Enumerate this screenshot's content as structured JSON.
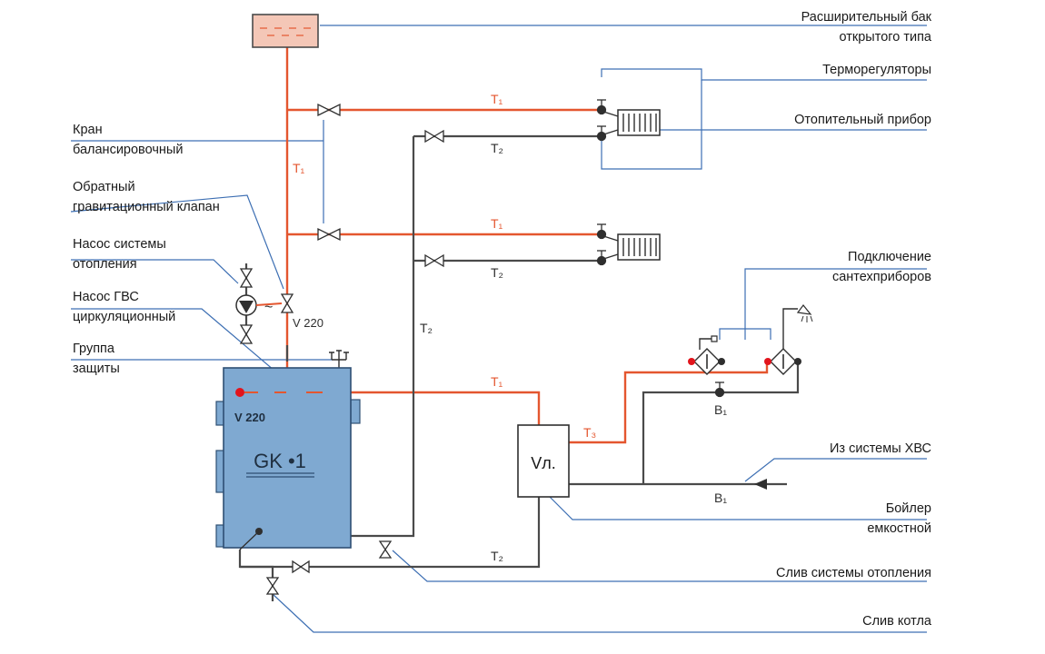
{
  "colors": {
    "supply": "#e4562f",
    "return": "#4a4a4a",
    "leader": "#3d6fb3",
    "boiler_fill": "#7fa9d1",
    "boiler_stroke": "#2e4f73",
    "tank_fill": "#f4c7b7",
    "red_dot": "#e2141c"
  },
  "labels": {
    "expansion_tank": [
      "Расширительный бак",
      "открытого типа"
    ],
    "thermoregulators": "Терморегуляторы",
    "heater": "Отопительный прибор",
    "balancing_valve": [
      "Кран",
      "балансировочный"
    ],
    "check_valve": [
      "Обратный",
      "гравитационный клапан"
    ],
    "heating_pump": [
      "Насос системы",
      "отопления"
    ],
    "dhw_pump": [
      "Насос ГВС",
      "циркуляционный"
    ],
    "safety_group": [
      "Группа",
      "защиты"
    ],
    "fixtures": [
      "Подключение",
      "сантехприборов"
    ],
    "cold_water": "Из системы ХВС",
    "storage_boiler": [
      "Бойлер",
      "емкостной"
    ],
    "system_drain": "Слив системы отопления",
    "boiler_drain": "Слив котла"
  },
  "pipe_labels": {
    "t1": "Т₁",
    "t2": "Т₂",
    "t3": "Т₃",
    "b1": "В₁",
    "v220": "V 220"
  },
  "boiler": {
    "name": "GK •1",
    "voltage": "V 220"
  },
  "storage": {
    "name": "Vл."
  }
}
